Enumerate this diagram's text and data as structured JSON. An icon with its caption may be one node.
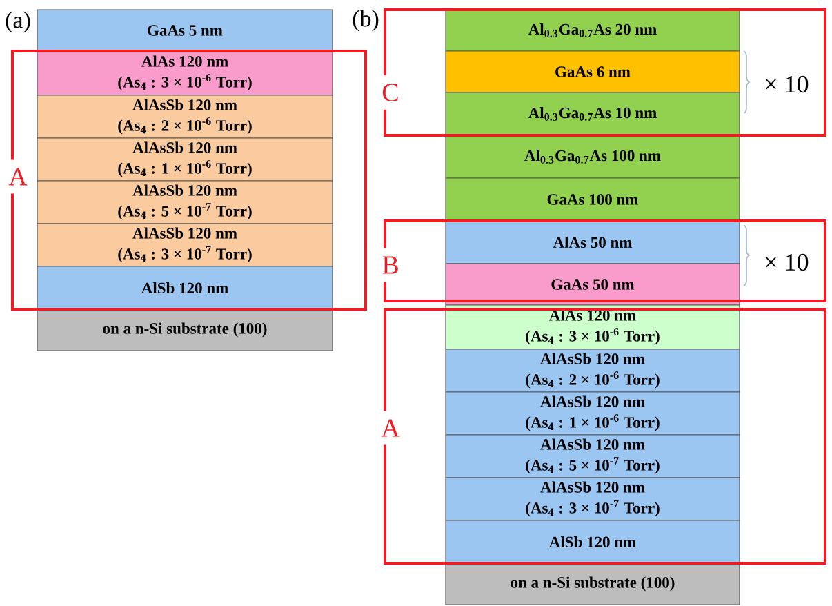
{
  "diagram": {
    "nodes": [
      {
        "text": [
          "GaAs 5 nm"
        ]
      },
      {
        "text": [
          "A"
        ]
      },
      {
        "text": [
          "AlAs 120 nm",
          "(As$_{4}$ : 3 × 10$^{-6}$ Torr)"
        ],
        "in": 1
      },
      {
        "text": [
          "AlAsSb 120 nm",
          "(As$_{4}$ : 2 × 10$^{-6}$ Torr)"
        ],
        "in": 1
      },
      {
        "text": [
          "AlAsSb 120 nm",
          "(As$_{4}$ : 1 × 10$^{-6}$ Torr)"
        ],
        "in": 1
      },
      {
        "text": [
          "AlAsSb 120 nm",
          "(As$_{4}$ : 5 × 10$^{-7}$ Torr)"
        ],
        "in": 1
      },
      {
        "text": [
          "AlAsSb 120 nm",
          "(As$_{4}$ : 3 × 10$^{-7}$ Torr)"
        ],
        "in": 1
      },
      {
        "text": [
          "AlSb 120 nm"
        ],
        "in": 1
      },
      {
        "text": [
          "on a n-Si substrate (100)"
        ]
      },
      {
        "text": [
          "C"
        ]
      },
      {
        "text": [
          "Al$_{0.3}$Ga$_{0.7}$As 20 nm"
        ],
        "in": 9
      },
      {
        "text": [
          "GaAs 6 nm"
        ],
        "in": 9
      },
      {
        "text": [
          "Al$_{0.3}$Ga$_{0.7}$As 10 nm"
        ],
        "in": 9
      },
      {
        "text": [
          "Al$_{0.3}$Ga$_{0.7}$As 100 nm"
        ]
      },
      {
        "text": [
          "GaAs 100 nm"
        ]
      },
      {
        "text": [
          "B"
        ]
      },
      {
        "text": [
          "AlAs 50 nm"
        ],
        "in": 15
      },
      {
        "text": [
          "GaAs 50 nm"
        ],
        "in": 15
      },
      {
        "text": [
          "A"
        ]
      },
      {
        "text": [
          "AlAs 120 nm",
          "(As$_{4}$ : 3 × 10$^{-6}$ Torr)"
        ],
        "in": 18
      },
      {
        "text": [
          "AlAsSb 120 nm",
          "(As$_{4}$ : 2 × 10$^{-6}$ Torr)"
        ],
        "in": 18
      },
      {
        "text": [
          "AlAsSb 120 nm",
          "(As$_{4}$ : 1 × 10$^{-6}$ Torr)"
        ],
        "in": 18
      },
      {
        "text": [
          "AlAsSb 120 nm",
          "(As$_{4}$ : 5 × 10$^{-7}$ Torr)"
        ],
        "in": 18
      },
      {
        "text": [
          "AlAsSb 120 nm",
          "(As$_{4}$ : 3 × 10$^{-7}$ Torr)"
        ],
        "in": 18
      },
      {
        "text": [
          "AlSb 120 nm"
        ],
        "in": 18
      },
      {
        "text": [
          "on a n-Si substrate (100)"
        ]
      }
    ],
    "labels": [
      "(a)",
      "(b)",
      "× 10",
      "× 10"
    ]
  }
}
